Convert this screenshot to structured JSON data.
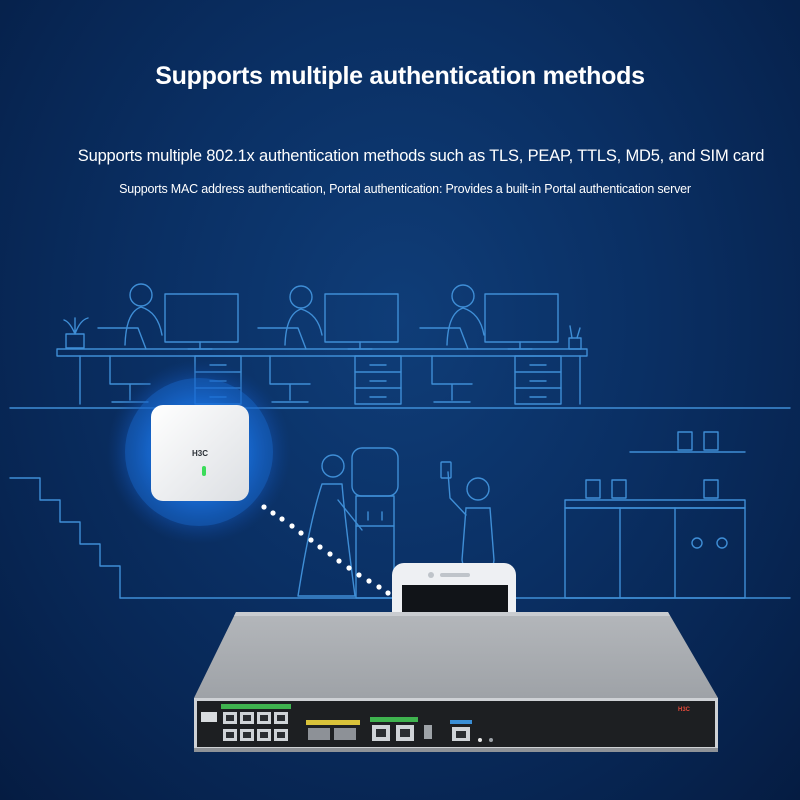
{
  "heading": {
    "title": "Supports multiple authentication methods",
    "line1": "Supports multiple 802.1x authentication methods such as TLS, PEAP, TTLS, MD5, and SIM card",
    "line2": "Supports MAC address authentication, Portal authentication: Provides a built-in Portal authentication server"
  },
  "devices": {
    "ap_brand": "H3C",
    "controller_brand": "H3C"
  },
  "colors": {
    "background": "#0a2f63",
    "line_art": "#3f8ed6",
    "ap_glow": "#1f7de0",
    "device_silver": "#b9bcc0",
    "led_green": "#3bdc5a"
  }
}
